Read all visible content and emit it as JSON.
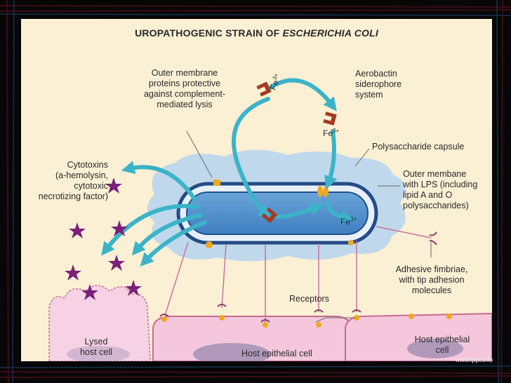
{
  "title": {
    "main": "UROPATHOGENIC STRAIN OF ",
    "italic": "ESCHERICHIA COLI"
  },
  "labels": {
    "outer_membrane_proteins": "Outer membrane\nproteins protective\nagainst complement-\nmediated lysis",
    "aerobactin": "Aerobactin\nsiderophore\nsystem",
    "polysaccharide_capsule": "Polysaccharide capsule",
    "outer_membrane_lps": "Outer membane\nwith LPS (including\nlipid A and O\npolysaccharides)",
    "cytotoxins": "Cytotoxins\n(a-hemolysin,\ncytotoxic\nnecrotizing factor)",
    "adhesive_fimbriae": "Adhesive fimbriae,\nwith tip adhesion\nmolecules",
    "receptors": "Receptors",
    "lysed_host_cell": "Lysed\nhost cell",
    "host_epithelial_cell_1": "Host epithelial cell",
    "host_epithelial_cell_2": "Host epithelial\ncell",
    "fe_top": "Fe",
    "fe_right": "Fe",
    "fe_inside": "Fe",
    "fe_charge": "3+"
  },
  "watermark": "www.fppt.info",
  "colors": {
    "arrow": "#3bb3c8",
    "bacterium": "#2f6fb5",
    "capsule": "#b5d3ef",
    "toxin": "#7a1f7a",
    "host_cell": "#f4c7dc",
    "siderophore": "#a33a22"
  }
}
